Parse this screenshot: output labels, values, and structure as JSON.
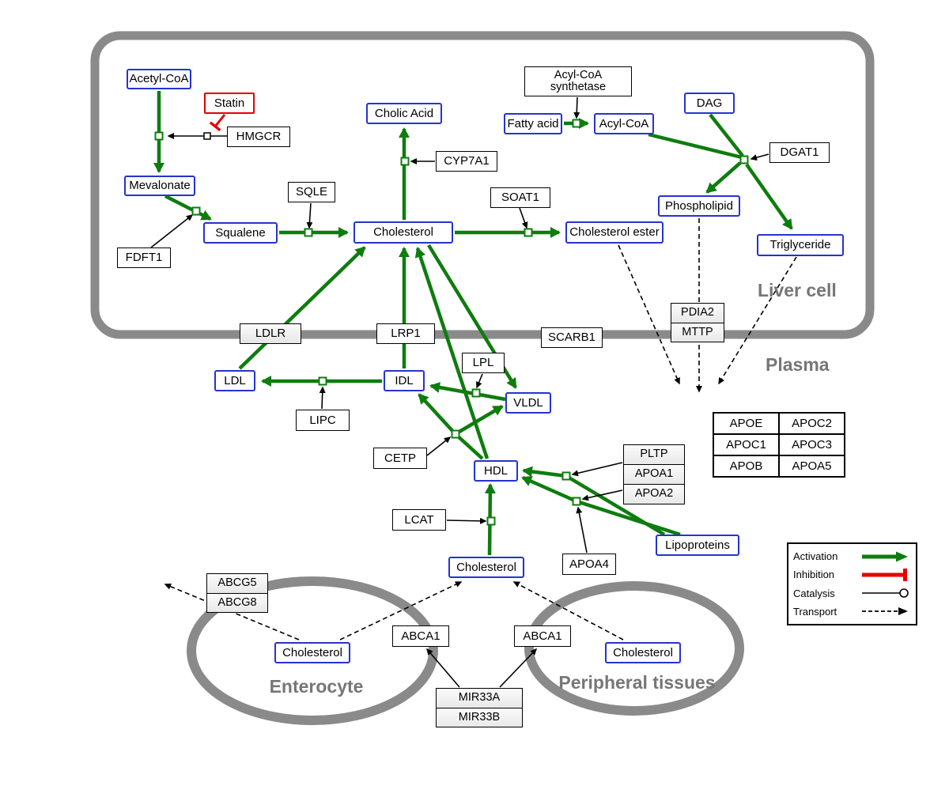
{
  "compartments": {
    "liver": "Liver cell",
    "plasma": "Plasma",
    "enterocyte": "Enterocyte",
    "peripheral": "Peripheral tissues"
  },
  "nodes": {
    "acetyl_coa": "Acetyl-CoA",
    "statin": "Statin",
    "hmgcr": "HMGCR",
    "mevalonate": "Mevalonate",
    "fdft1": "FDFT1",
    "squalene": "Squalene",
    "sqle": "SQLE",
    "cholic_acid": "Cholic Acid",
    "cyp7a1": "CYP7A1",
    "cholesterol_liver": "Cholesterol",
    "soat1": "SOAT1",
    "cholesterol_ester": "Cholesterol ester",
    "acyl_coa_synthetase_line1": "Acyl-CoA",
    "acyl_coa_synthetase_line2": "synthetase",
    "fatty_acid": "Fatty acid",
    "acyl_coa": "Acyl-CoA",
    "dag": "DAG",
    "dgat1": "DGAT1",
    "phospholipid": "Phospholipid",
    "triglyceride": "Triglyceride",
    "pdia2": "PDIA2",
    "mttp": "MTTP",
    "ldlr": "LDLR",
    "lrp1": "LRP1",
    "scarb1": "SCARB1",
    "ldl": "LDL",
    "idl": "IDL",
    "lpl": "LPL",
    "vldl": "VLDL",
    "lipc": "LIPC",
    "cetp": "CETP",
    "hdl": "HDL",
    "pltp": "PLTP",
    "apoa1": "APOA1",
    "apoa2": "APOA2",
    "lipoproteins": "Lipoproteins",
    "lcat": "LCAT",
    "apoa4": "APOA4",
    "cholesterol_plasma": "Cholesterol",
    "abcg5": "ABCG5",
    "abcg8": "ABCG8",
    "cholesterol_enterocyte": "Cholesterol",
    "abca1_left": "ABCA1",
    "abca1_right": "ABCA1",
    "cholesterol_peripheral": "Cholesterol",
    "mir33a": "MIR33A",
    "mir33b": "MIR33B"
  },
  "apo_table": {
    "rows": [
      [
        "APOE",
        "APOC2"
      ],
      [
        "APOC1",
        "APOC3"
      ],
      [
        "APOB",
        "APOA5"
      ]
    ]
  },
  "legend": {
    "activation": "Activation",
    "inhibition": "Inhibition",
    "catalysis": "Catalysis",
    "transport": "Transport"
  },
  "colors": {
    "activation_green": "#0e7c0e",
    "inhibition_red": "#e80000",
    "metabolite_blue": "#2633cf",
    "membrane_gray": "#8a8a8a"
  }
}
